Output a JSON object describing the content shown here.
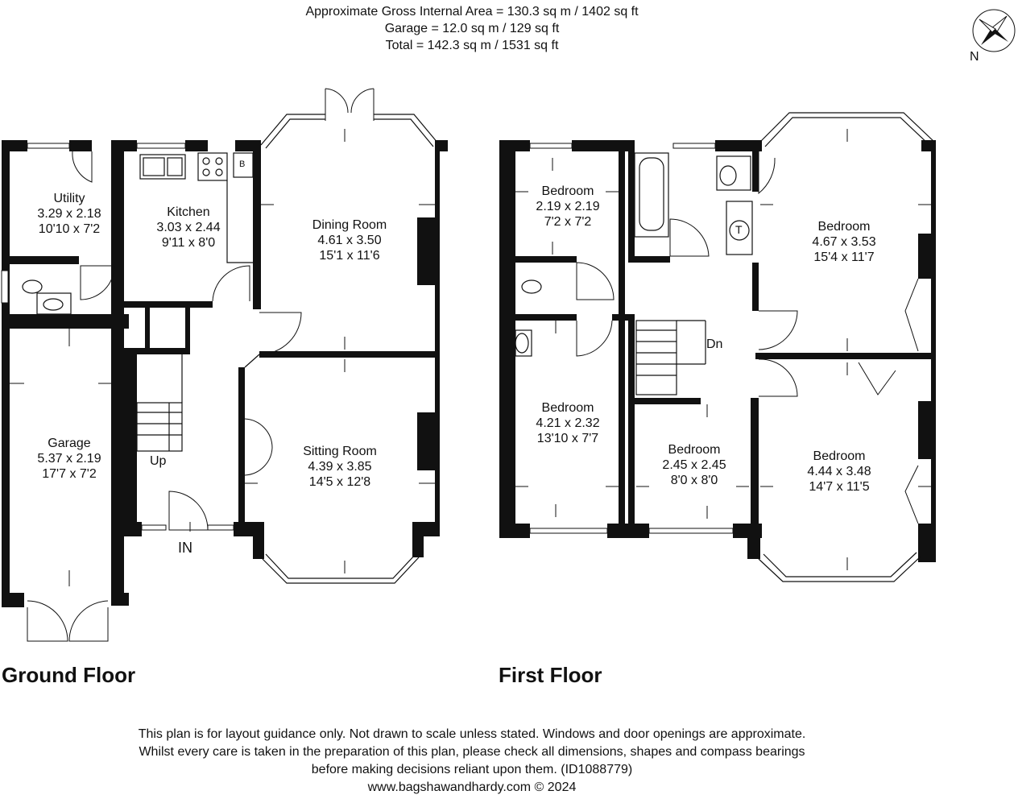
{
  "header": {
    "gross_area": "Approximate Gross Internal Area = 130.3 sq m / 1402 sq ft",
    "garage_area": "Garage = 12.0 sq m / 129 sq ft",
    "total_area": "Total = 142.3 sq m / 1531 sq ft"
  },
  "compass": {
    "label": "N"
  },
  "ground_floor": {
    "title": "Ground Floor",
    "rooms": [
      {
        "name": "Utility",
        "metric": "3.29 x 2.18",
        "imperial": "10'10 x 7'2"
      },
      {
        "name": "Kitchen",
        "metric": "3.03 x 2.44",
        "imperial": "9'11 x 8'0"
      },
      {
        "name": "Dining Room",
        "metric": "4.61 x 3.50",
        "imperial": "15'1 x 11'6"
      },
      {
        "name": "Garage",
        "metric": "5.37 x 2.19",
        "imperial": "17'7 x 7'2"
      },
      {
        "name": "Sitting Room",
        "metric": "4.39 x 3.85",
        "imperial": "14'5 x 12'8"
      }
    ],
    "labels": {
      "up": "Up",
      "entrance": "IN",
      "boiler": "B"
    }
  },
  "first_floor": {
    "title": "First Floor",
    "rooms": [
      {
        "name": "Bedroom",
        "metric": "2.19 x 2.19",
        "imperial": "7'2 x 7'2"
      },
      {
        "name": "Bedroom",
        "metric": "4.67 x 3.53",
        "imperial": "15'4 x 11'7"
      },
      {
        "name": "Bedroom",
        "metric": "4.21 x 2.32",
        "imperial": "13'10 x 7'7"
      },
      {
        "name": "Bedroom",
        "metric": "2.45 x 2.45",
        "imperial": "8'0 x 8'0"
      },
      {
        "name": "Bedroom",
        "metric": "4.44 x 3.48",
        "imperial": "14'7 x 11'5"
      }
    ],
    "labels": {
      "down": "Dn",
      "tank": "T"
    }
  },
  "footer": {
    "line1": "This plan is for layout guidance only. Not drawn to scale unless stated. Windows and door openings are approximate.",
    "line2": "Whilst every care is taken in the preparation of this plan, please check all dimensions, shapes and compass bearings",
    "line3": "before making decisions reliant upon them. (ID1088779)",
    "line4": "www.bagshawandhardy.com © 2024"
  }
}
